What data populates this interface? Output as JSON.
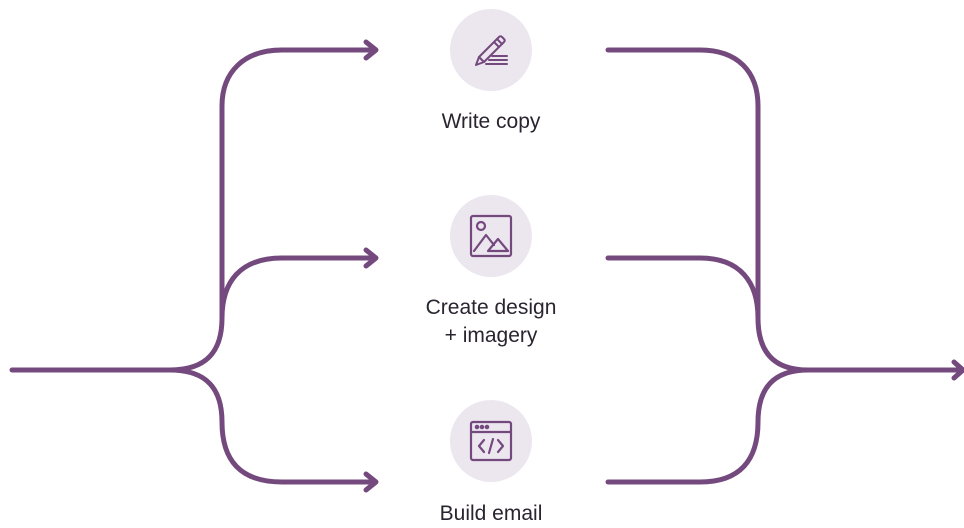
{
  "colors": {
    "line": "#744a7e",
    "icon_background": "#ece6ef",
    "icon_stroke": "#744a7e",
    "label_text": "#2a2430"
  },
  "steps": [
    {
      "id": "write-copy",
      "icon": "pencil-lines-icon",
      "label": [
        "Write copy"
      ]
    },
    {
      "id": "create-design",
      "icon": "image-frame-icon",
      "label": [
        "Create design",
        "+ imagery"
      ]
    },
    {
      "id": "build-email",
      "icon": "code-window-icon",
      "label": [
        "Build email"
      ]
    }
  ]
}
